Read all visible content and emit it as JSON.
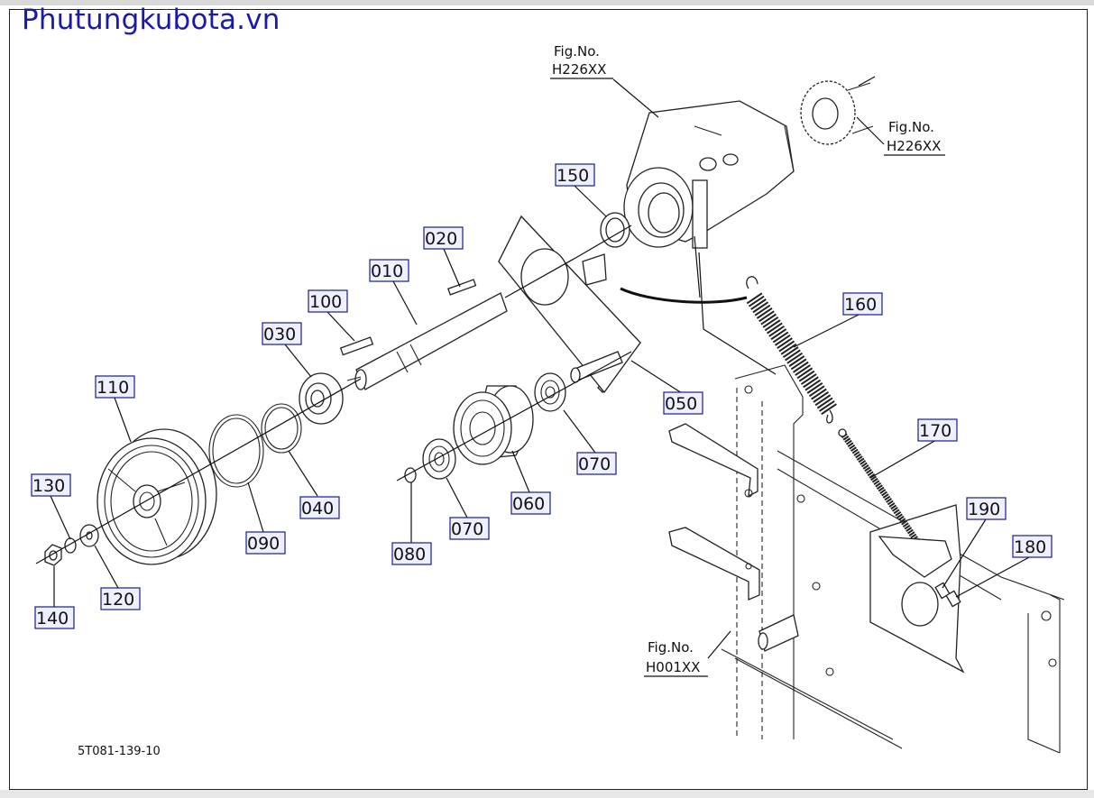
{
  "watermark": "Phutungkubota.vn",
  "drawing_code": "5T081-139-10",
  "figure_refs": [
    {
      "id": "fig-top",
      "line1": "Fig.No.",
      "line2": "H226XX"
    },
    {
      "id": "fig-right",
      "line1": "Fig.No.",
      "line2": "H226XX"
    },
    {
      "id": "fig-bottom",
      "line1": "Fig.No.",
      "line2": "H001XX"
    }
  ],
  "parts": [
    "010",
    "020",
    "030",
    "040",
    "050",
    "060",
    "070",
    "070",
    "080",
    "090",
    "100",
    "110",
    "120",
    "130",
    "140",
    "150",
    "160",
    "170",
    "180",
    "190"
  ]
}
